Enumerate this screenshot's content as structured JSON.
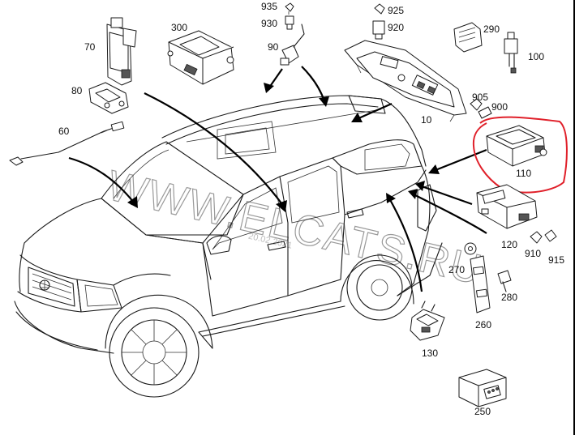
{
  "labels": {
    "p10": "10",
    "p60": "60",
    "p70": "70",
    "p80": "80",
    "p90": "90",
    "p100": "100",
    "p110": "110",
    "p120": "120",
    "p130": "130",
    "p250": "250",
    "p260": "260",
    "p270": "270",
    "p280": "280",
    "p290": "290",
    "p300": "300",
    "p900": "900",
    "p905": "905",
    "p910": "910",
    "p915": "915",
    "p920": "920",
    "p925": "925",
    "p930": "930",
    "p935": "935"
  },
  "watermark": {
    "text": "WWW.ELCATS.RU",
    "date": "20.02.2021"
  },
  "colors": {
    "highlight": "#e0202a",
    "line": "#000000"
  }
}
